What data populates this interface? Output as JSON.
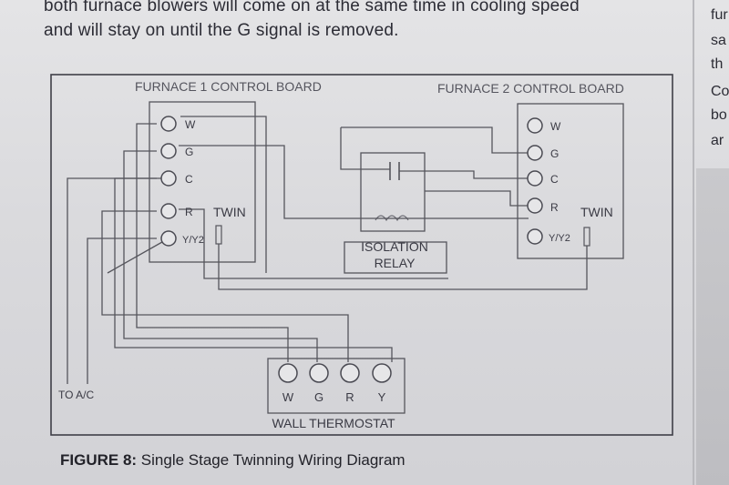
{
  "intro_lines": [
    "both furnace blowers will come on at the same time in cooling speed",
    "and will stay on until the G signal is removed."
  ],
  "right_column_fragments": [
    "fur",
    "sa",
    "th",
    "Co",
    "bo",
    "ar"
  ],
  "diagram": {
    "furnace1": {
      "title": "FURNACE 1 CONTROL BOARD",
      "terminals": [
        "W",
        "G",
        "C",
        "R",
        "Y/Y2"
      ],
      "twin_label": "TWIN"
    },
    "furnace2": {
      "title": "FURNACE 2 CONTROL BOARD",
      "terminals": [
        "W",
        "G",
        "C",
        "R",
        "Y/Y2"
      ],
      "twin_label": "TWIN"
    },
    "relay": {
      "label_line1": "ISOLATION",
      "label_line2": "RELAY"
    },
    "thermostat": {
      "title": "WALL THERMOSTAT",
      "terminals": [
        "W",
        "G",
        "R",
        "Y"
      ]
    },
    "ac_label": "TO A/C"
  },
  "caption": {
    "figure": "FIGURE 8:",
    "title": "Single Stage Twinning Wiring Diagram"
  }
}
